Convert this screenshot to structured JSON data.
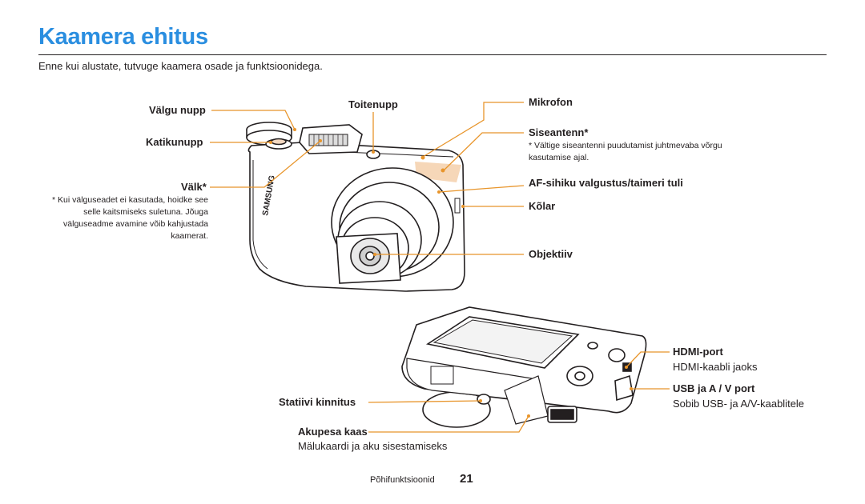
{
  "title": "Kaamera ehitus",
  "intro": "Enne kui alustate, tutvuge kaamera osade ja funktsioonidega.",
  "colors": {
    "title": "#2a8ee0",
    "callout": "#e8952b",
    "accent_dot": "#e8952b"
  },
  "front": {
    "valgu_nupp": "Välgu nupp",
    "katikunupp": "Katikunupp",
    "valk": "Välk*",
    "valk_note": "* Kui välguseadet ei kasutada, hoidke see selle kaitsmiseks suletuna. Jõuga välguseadme avamine võib kahjustada kaamerat.",
    "toitenupp": "Toitenupp",
    "mikrofon": "Mikrofon",
    "siseantenn": "Siseantenn*",
    "siseantenn_note": "* Vältige siseantenni puudutamist juhtmevaba võrgu kasutamise ajal.",
    "af": "AF-sihiku valgustus/taimeri tuli",
    "kolar": "Kõlar",
    "objektiiv": "Objektiiv",
    "brand": "SAMSUNG"
  },
  "bottom": {
    "hdmi": "HDMI-port",
    "hdmi_desc": "HDMI-kaabli jaoks",
    "usb": "USB ja A / V port",
    "usb_desc": "Sobib USB- ja A/V-kaablitele",
    "statiivi": "Statiivi kinnitus",
    "akupesa": "Akupesa kaas",
    "akupesa_desc": "Mälukaardi ja aku sisestamiseks"
  },
  "footer": {
    "section": "Põhifunktsioonid",
    "page": "21"
  }
}
